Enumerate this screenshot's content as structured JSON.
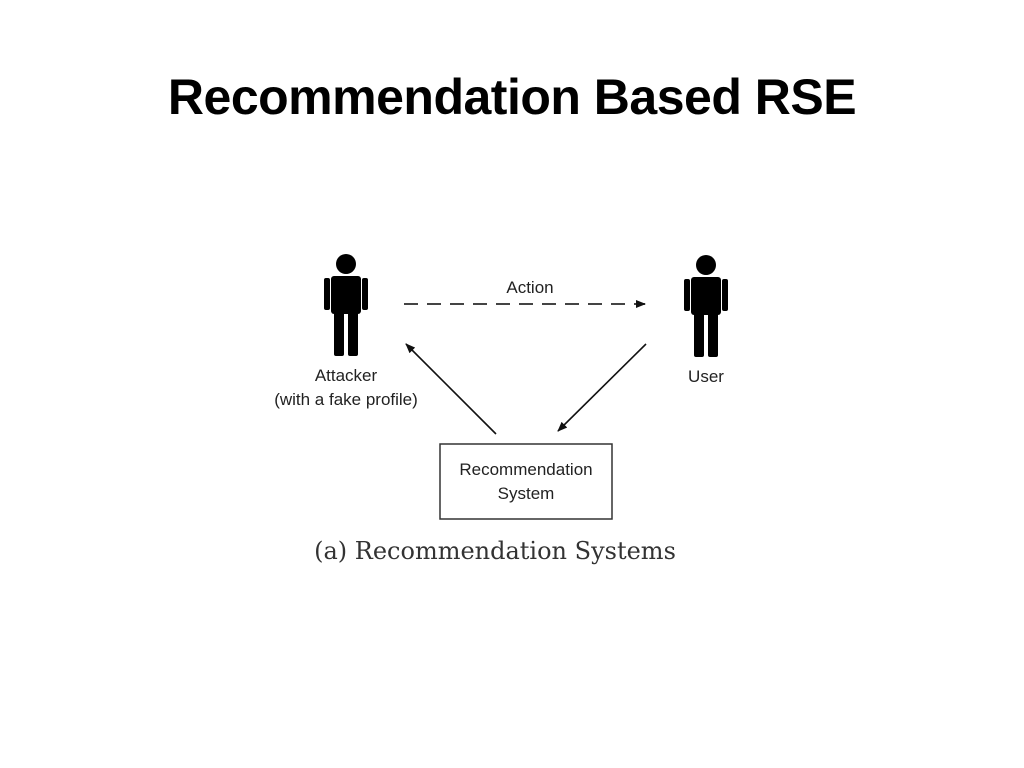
{
  "slide": {
    "title": "Recommendation Based RSE"
  },
  "diagram": {
    "action_label": "Action",
    "attacker": {
      "line1": "Attacker",
      "line2": "(with a fake profile)"
    },
    "user": {
      "label": "User"
    },
    "system": {
      "line1": "Recommendation",
      "line2": "System"
    },
    "caption": "(a) Recommendation Systems"
  }
}
